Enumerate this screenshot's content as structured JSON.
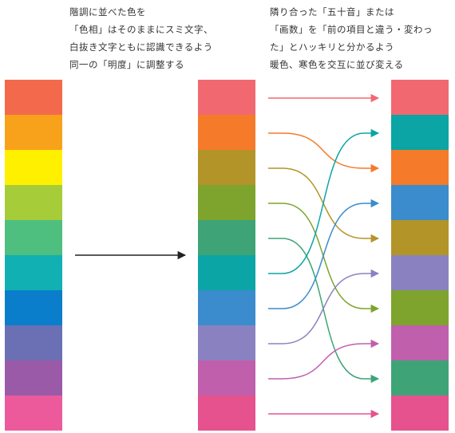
{
  "caption_left": [
    "階調に並べた色を",
    "「色相」はそのままにスミ文字、",
    "白抜き文字ともに認識できるよう",
    "同一の「明度」に調整する"
  ],
  "caption_right": [
    "隣り合った「五十音」または",
    "「画数」を「前の項目と違う・変わっ",
    "た」とハッキリと分かるよう",
    "暖色、寒色を交互に並び変える"
  ],
  "strip_original": [
    "#f26a4b",
    "#f8a21c",
    "#fff000",
    "#a6cc3a",
    "#4ebf7f",
    "#10b0b3",
    "#0a7ecb",
    "#6a70b3",
    "#9a5aa8",
    "#ec5a9c"
  ],
  "strip_adjusted": [
    "#f26870",
    "#f57a29",
    "#b39429",
    "#7ea42d",
    "#3ea477",
    "#0ba5a5",
    "#3b8ccc",
    "#8a82c0",
    "#c05fac",
    "#e5528e"
  ],
  "strip_reordered": [
    "#f26870",
    "#0ba5a5",
    "#f57a29",
    "#3b8ccc",
    "#b39429",
    "#8a82c0",
    "#7ea42d",
    "#c05fac",
    "#3ea477",
    "#e5528e"
  ],
  "mapping": [
    0,
    2,
    4,
    6,
    8,
    1,
    3,
    5,
    7,
    9
  ],
  "arrow_color": "#222222"
}
